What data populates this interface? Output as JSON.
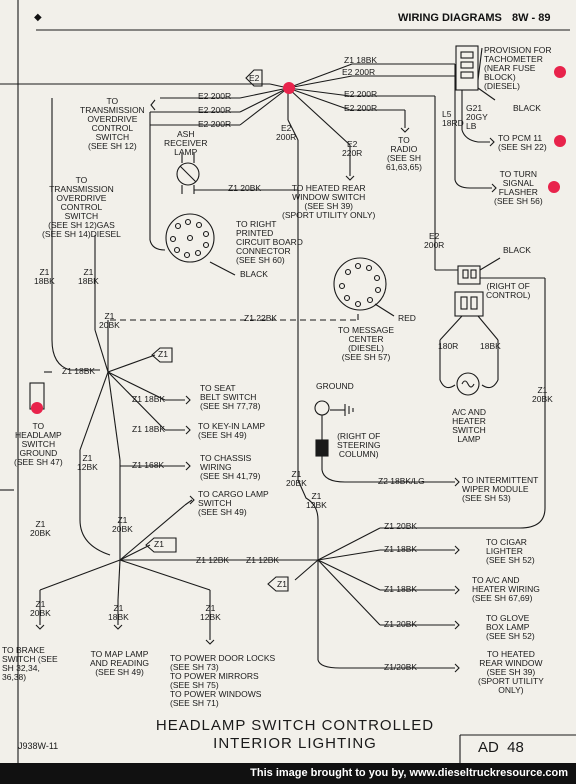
{
  "header": {
    "title": "WIRING DIAGRAMS",
    "page_ref": "8W - 89"
  },
  "diagram_title": {
    "line1": "HEADLAMP SWITCH CONTROLLED",
    "line2": "INTERIOR LIGHTING"
  },
  "footer": {
    "code": "J938W-11",
    "page_box": "AD  48",
    "credit": "This image brought to you by, www.dieseltruckresource.com"
  },
  "labels": {
    "z1_18bk_top": "Z1 18BK",
    "e2_200r_top": "E2 200R",
    "e2_node": "E2",
    "tach": "PROVISION FOR\nTACHOMETER\n(NEAR FUSE\nBLOCK)\n(DIESEL)",
    "black_top": "BLACK",
    "e2_200r_trans": "E2 200R",
    "to_trans_od": "TO\nTRANSMISSION\nOVERDRIVE\nCONTROL\nSWITCH\n(SEE SH 12)",
    "e2_200r_left2": "E2 200R",
    "e2_200r_right2": "E2 200R",
    "e2_200r_right3": "E2 200R",
    "e2_200r_left3": "E2 200R",
    "e2_200r_mid": "E2\n200R",
    "ash_lamp": "ASH\nRECEIVER\nLAMP",
    "e2_220r": "E2\n220R",
    "to_radio": "TO\nRADIO\n(SEE SH\n61,63,65)",
    "l5_18rd": "L5\n18RD",
    "g21": "G21\n20GY\nLB",
    "to_pcm": "TO PCM 11\n(SEE SH 22)",
    "to_turn": "TO TURN\nSIGNAL\nFLASHER\n(SEE SH 56)",
    "z1_20bk_ash": "Z1 20BK",
    "to_heated_rear_top": "TO HEATED REAR\nWINDOW SWITCH\n(SEE SH 39)\n(SPORT UTILITY ONLY)",
    "to_trans_od2": "TO\nTRANSMISSION\nOVERDRIVE\nCONTROL\nSWITCH\n(SEE SH 12)GAS\n(SEE SH 14)DIESEL",
    "to_pcb": "TO RIGHT\nPRINTED\nCIRCUIT BOARD\nCONNECTOR\n(SEE SH 60)",
    "black_pcb": "BLACK",
    "e2_200r_right4": "E2\n200R",
    "black_right": "BLACK",
    "z1_18bk_a": "Z1\n18BK",
    "z1_18bk_b": "Z1\n18BK",
    "right_of_control": "(RIGHT OF\nCONTROL)",
    "z1_20bk_a": "Z1\n20BK",
    "z1_22bk": "Z1 22BK",
    "red_msg": "RED",
    "to_msg": "TO MESSAGE\nCENTER\n(DIESEL)\n(SEE SH 57)",
    "r180": "180R",
    "bk18": "18BK",
    "node_z1": "Z1",
    "z1_18bk_c": "Z1 18BK",
    "ground": "GROUND",
    "ac_heater_lamp": "A/C AND\nHEATER\nSWITCH\nLAMP",
    "z1_20bk_b": "Z1\n20BK",
    "to_headlamp_gnd": "TO\nHEADLAMP\nSWITCH\nGROUND\n(SEE SH 47)",
    "z1_18bk_seat": "Z1 18BK",
    "to_seat": "TO SEAT\nBELT SWITCH\n(SEE SH 77,78)",
    "z1_18bk_key": "Z1 18BK",
    "to_key": "TO KEY-IN LAMP\n(SEE SH 49)",
    "right_steer": "(RIGHT OF\nSTEERING\nCOLUMN)",
    "z1_12bk_a": "Z1\n12BK",
    "z1_168k": "Z1 168K",
    "to_chassis": "TO CHASSIS\nWIRING\n(SEE SH 41,79)",
    "z1_20bk_c": "Z1\n20BK",
    "z2_18bk_lg": "Z2 18BK/LG",
    "to_wiper": "TO INTERMITTENT\nWIPER MODULE\n(SEE SH 53)",
    "z1_12bk_b": "Z1\n12BK",
    "to_cargo": "TO CARGO LAMP\nSWITCH\n(SEE SH 49)",
    "z1_20bk_d": "Z1\n20BK",
    "z1_20bk_e": "Z1\n20BK",
    "node_z1_3": "Z1",
    "z1_20bk_r1": "Z1 20BK",
    "z1_12bk_c": "Z1 12BK",
    "z1_12bk_d": "Z1 12BK",
    "z1_18bk_r2": "Z1 18BK",
    "to_cigar": "TO CIGAR\nLIGHTER\n(SEE SH 52)",
    "node_z1_2": "Z1",
    "z1_18bk_r3": "Z1 18BK",
    "to_ac_heater": "TO A/C AND\nHEATER WIRING\n(SEE SH 67,69)",
    "z1_20bk_f": "Z1\n20BK",
    "z1_18bk_d": "Z1\n18BK",
    "z1_12bk_e": "Z1\n12BK",
    "z1_20bk_r4": "Z1 20BK",
    "to_glove": "TO GLOVE\nBOX LAMP\n(SEE SH 52)",
    "to_brake": "TO BRAKE\nSWITCH (SEE\nSH 32,34,\n36,38)",
    "to_map": "TO MAP LAMP\nAND READING\n(SEE SH 49)",
    "to_power": "TO POWER DOOR LOCKS\n(SEE SH 73)\nTO POWER MIRRORS\n(SEE SH 75)\nTO POWER WINDOWS\n(SEE SH 71)",
    "z1_20bk_r5": "Z1/20BK",
    "to_heated_rear_bot": "TO HEATED\nREAR WINDOW\n(SEE SH 39)\n(SPORT UTILITY\nONLY)"
  }
}
